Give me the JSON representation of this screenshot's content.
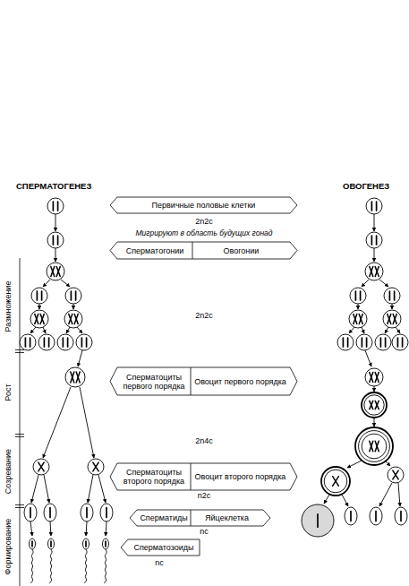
{
  "diagram": {
    "nodes": [
      {
        "text": [
          "Первичные половые клетки"
        ]
      },
      {
        "text": [
          "Сперматогонии",
          "Овогонии"
        ]
      },
      {
        "text": [
          "Сперматоциты первого порядка",
          "Овоцит первого порядка"
        ]
      },
      {
        "text": [
          "Сперматоциты второго порядка",
          "Овоцит второго порядка"
        ]
      },
      {
        "text": [
          "Сперматиды",
          "Яйцеклетка"
        ]
      },
      {
        "text": [
          "Сперматозоиды"
        ]
      }
    ],
    "labels": [
      "СПЕРМАТОГЕНЕЗ",
      "ОВОГЕНЕЗ",
      "2n2c",
      "Мигрируют в область будущих гонад",
      "2n2c",
      "2n4c",
      "n2c",
      "nc",
      "nc",
      "Размножение",
      "Рост",
      "Созревание",
      "Формирование"
    ]
  }
}
